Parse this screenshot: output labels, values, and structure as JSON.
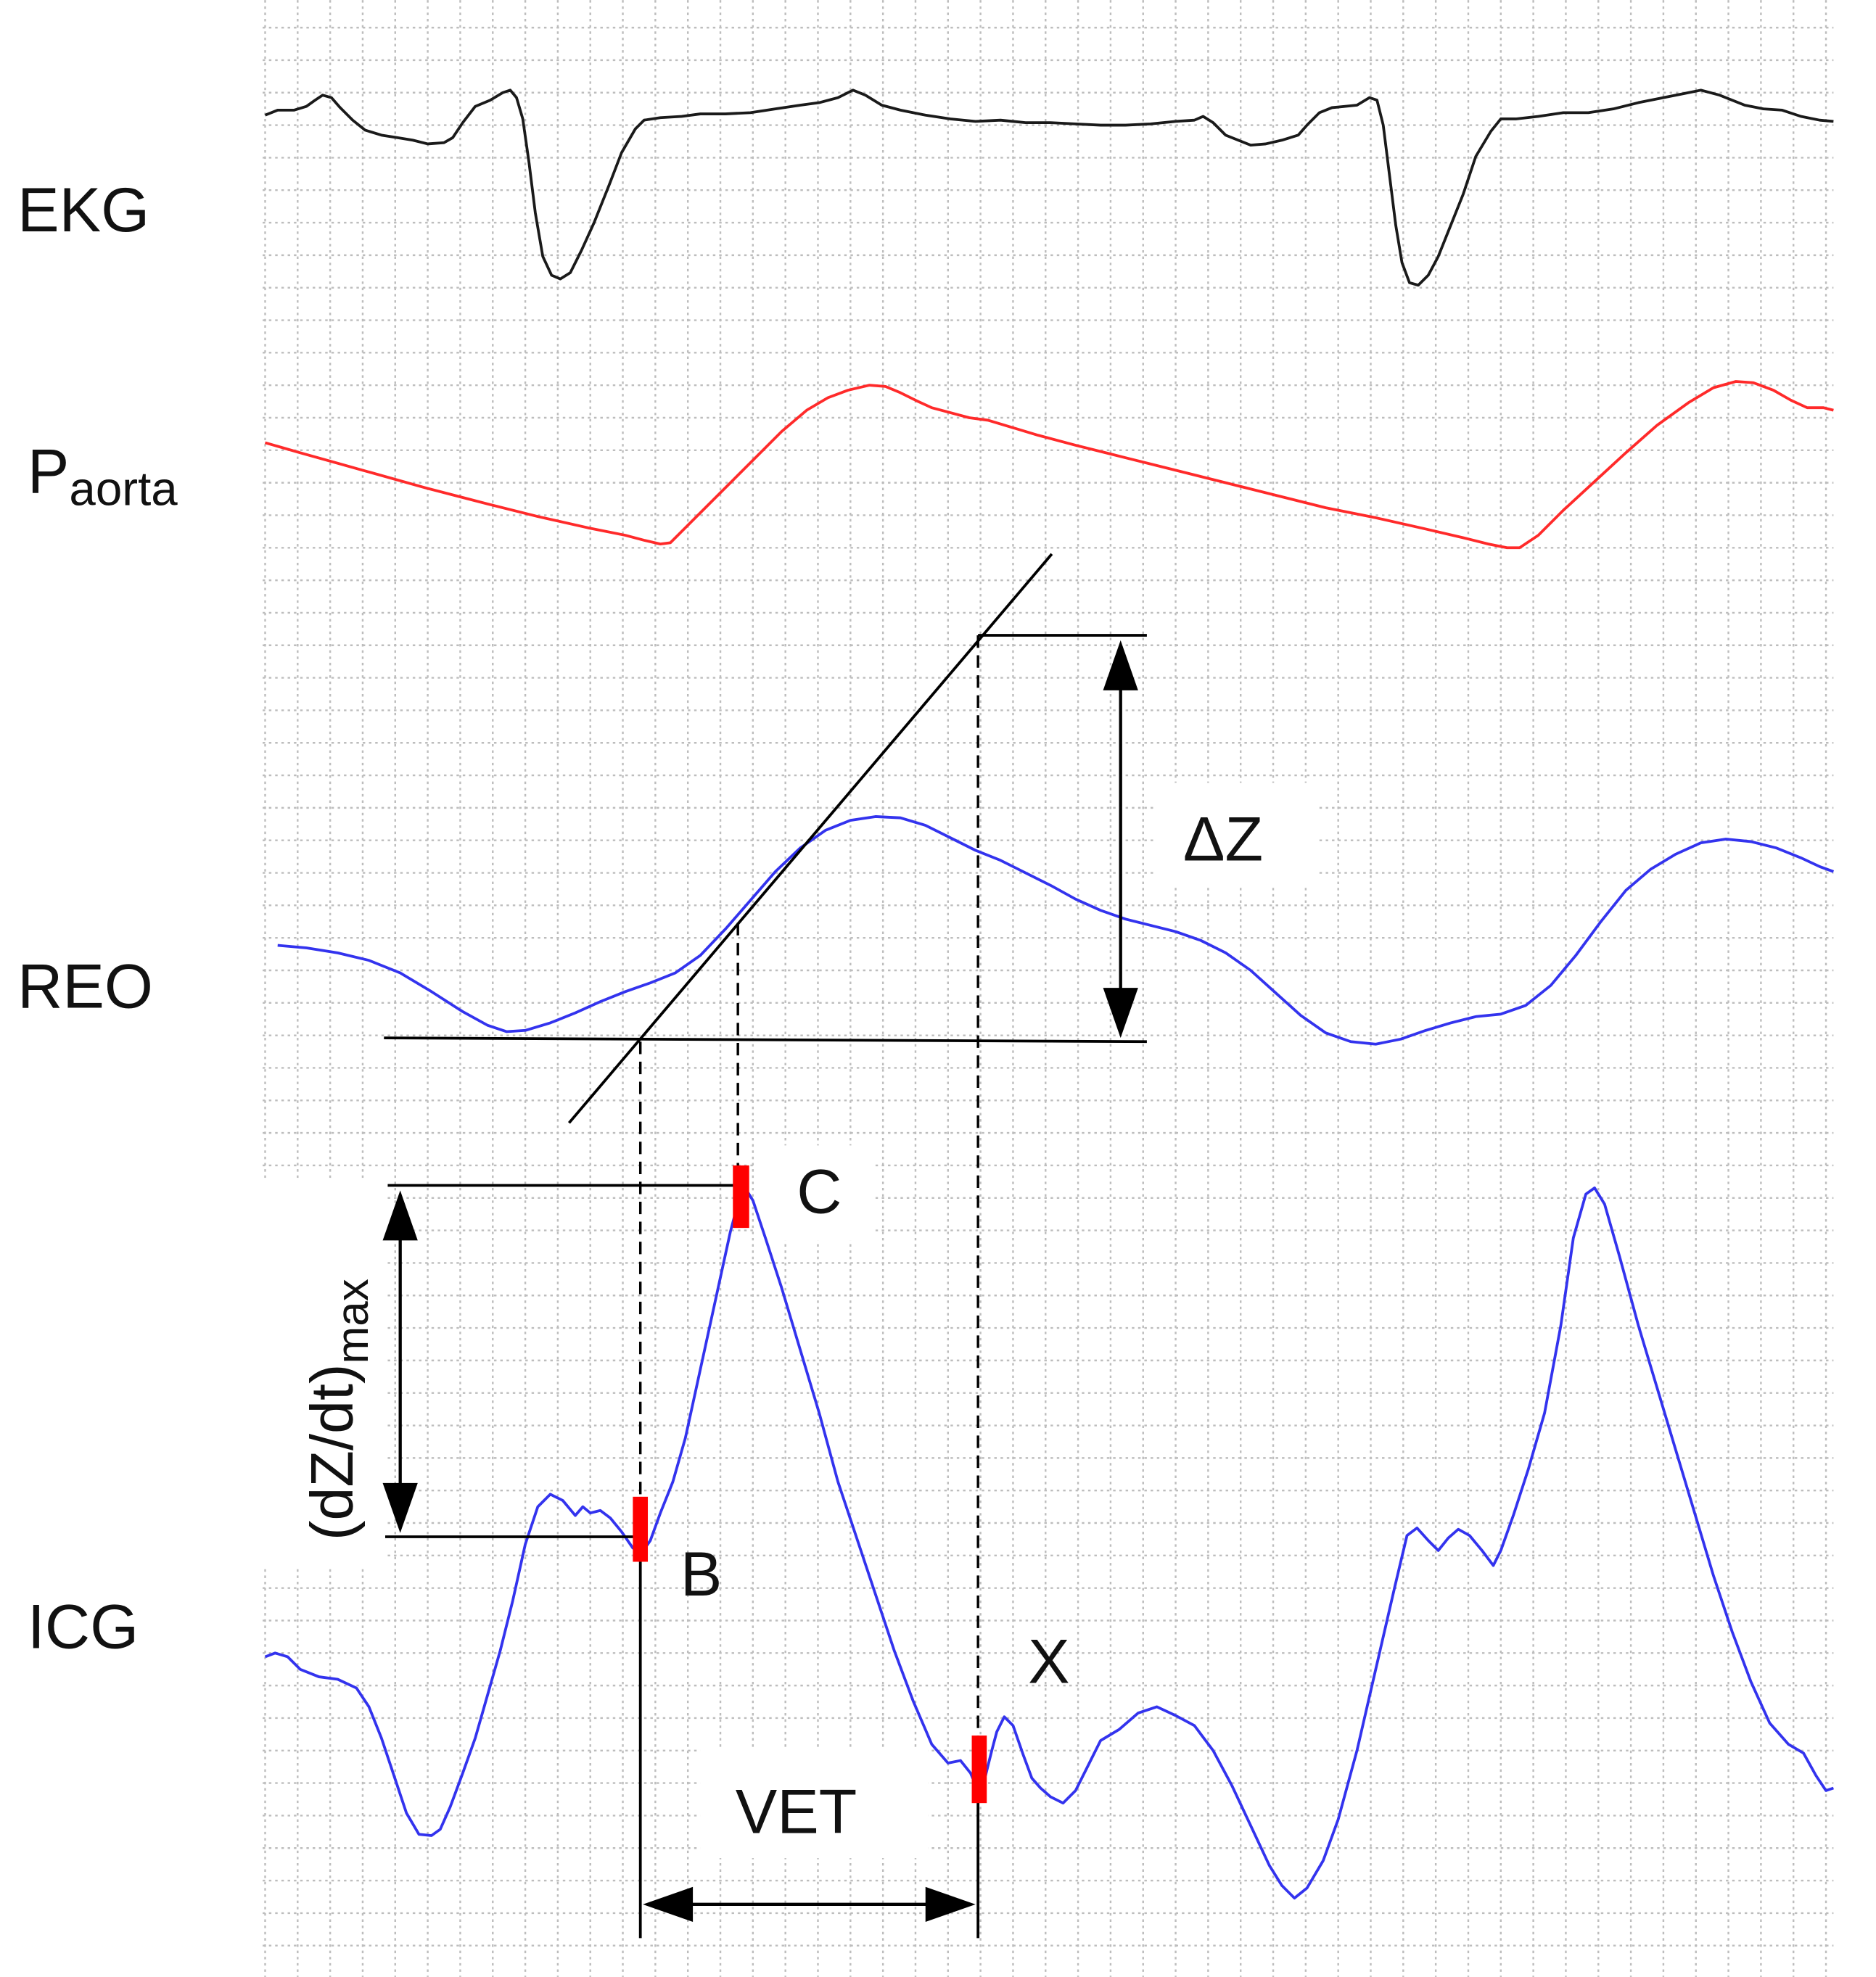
{
  "labels": {
    "ekg": "EKG",
    "paorta_main": "P",
    "paorta_sub": "aorta",
    "reo": "REO",
    "icg": "ICG",
    "delta_z": "ΔZ",
    "dzdt_main": "(dZ/dt)",
    "dzdt_sub": "max",
    "point_c": "C",
    "point_b": "B",
    "point_x": "X",
    "vet": "VET"
  },
  "colors": {
    "ekg": "#1a1a1a",
    "paorta": "#ff2a2a",
    "reo": "#3333ee",
    "icg": "#3333ee",
    "marker": "#ff0000",
    "annotation": "#000000",
    "grid": "#bdbdbd"
  }
}
